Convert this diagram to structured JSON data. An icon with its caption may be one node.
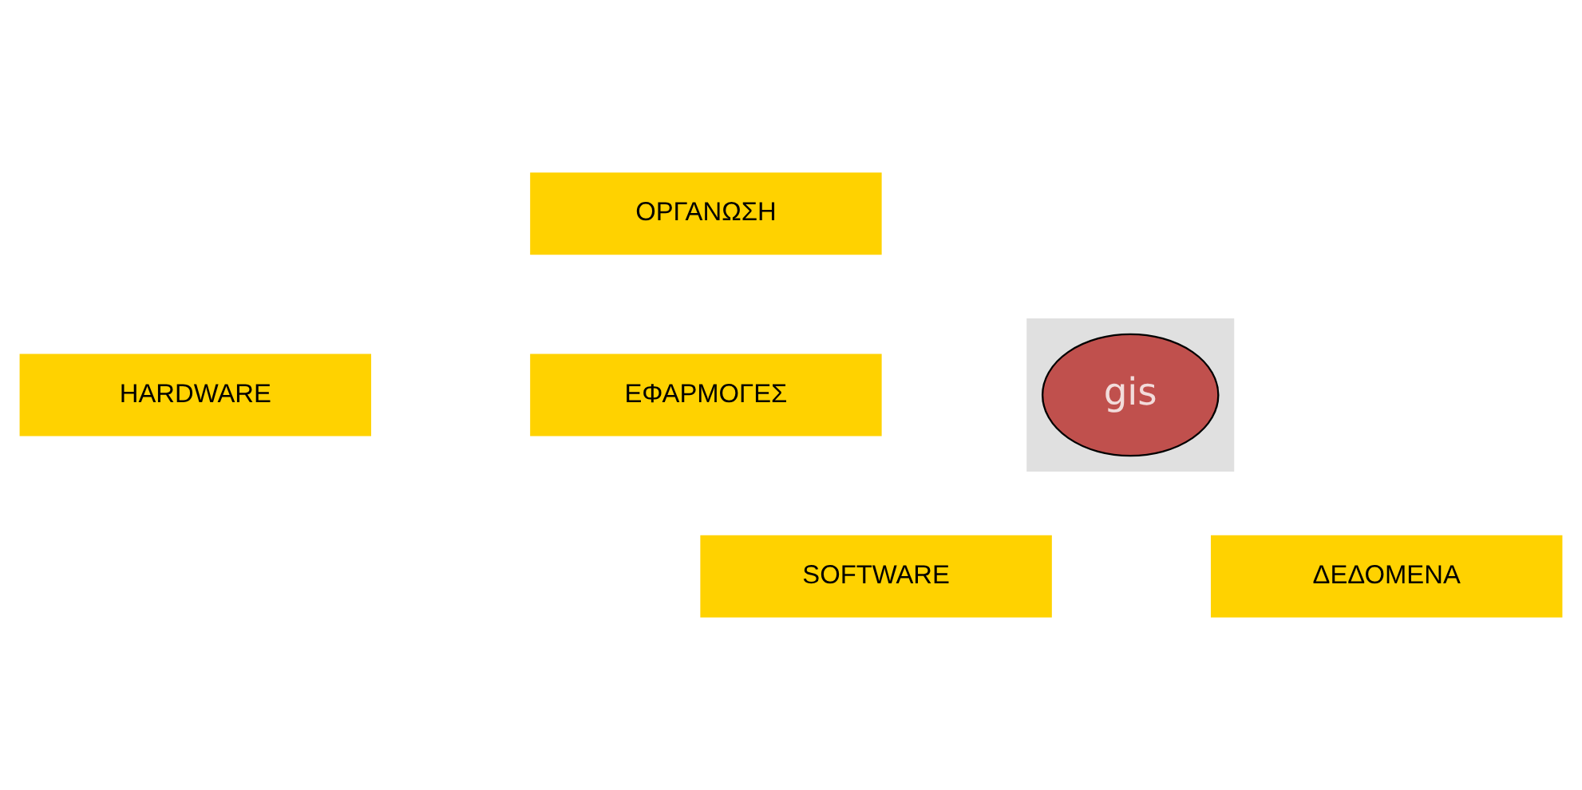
{
  "diagram": {
    "nodes": [
      {
        "text": [
          "ΟΡΓΑΝΩΣΗ"
        ]
      },
      {
        "text": [
          "HARDWARE"
        ]
      },
      {
        "text": [
          "ΕΦΑΡΜΟΓΕΣ"
        ]
      },
      {
        "text": [],
        "shape": "star"
      },
      {
        "text": [
          "gis"
        ],
        "in": 3
      },
      {
        "text": [
          "SOFTWARE"
        ]
      },
      {
        "text": [
          "ΔΕΔΟΜΕΝΑ"
        ]
      }
    ]
  }
}
